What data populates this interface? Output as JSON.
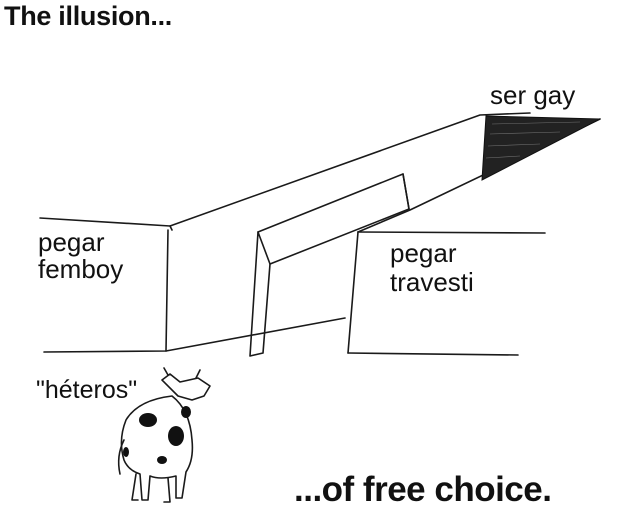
{
  "title": "The illusion...",
  "labels": {
    "far_exit": "ser gay",
    "left_path": [
      "pegar",
      "femboy"
    ],
    "right_path": [
      "pegar",
      "travesti"
    ],
    "cow": "\"héteros\""
  },
  "caption": "...of free choice."
}
